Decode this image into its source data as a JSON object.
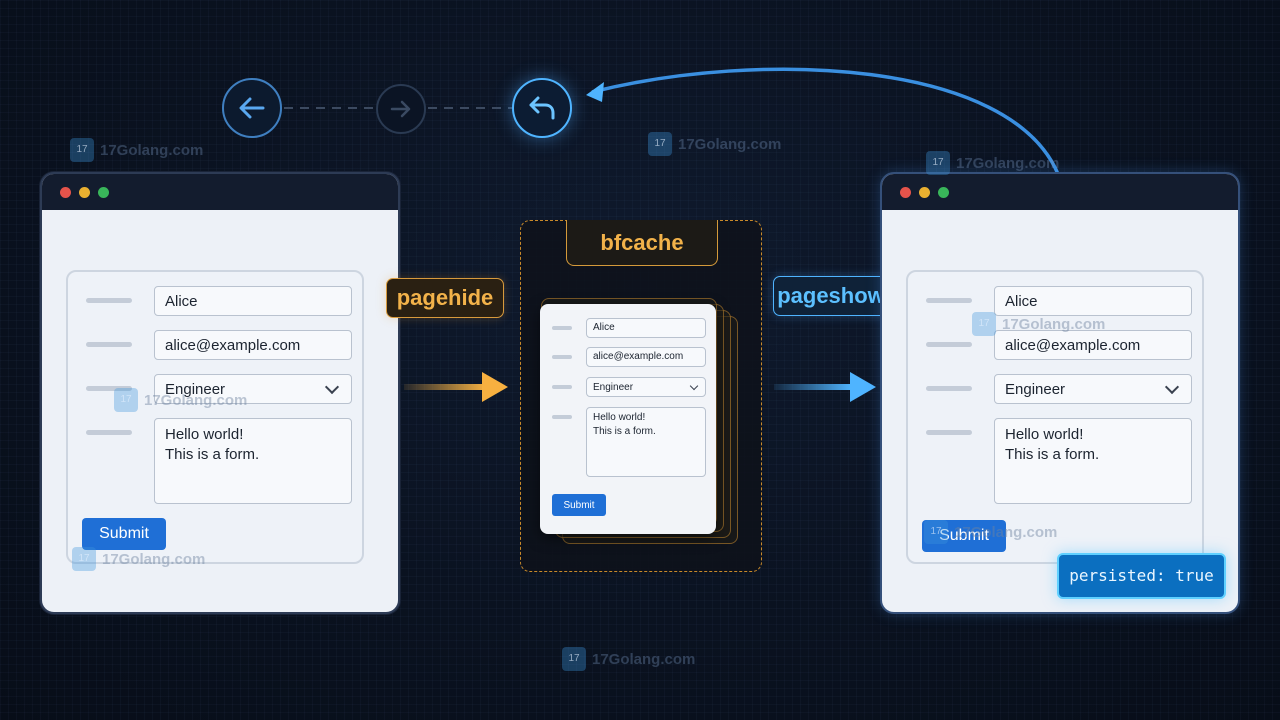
{
  "left_form": {
    "name_value": "Alice",
    "email_value": "alice@example.com",
    "role_value": "Engineer",
    "message_line1": "Hello world!",
    "message_line2": "This is a form.",
    "submit_label": "Submit"
  },
  "cache": {
    "title": "bfcache",
    "name_value": "Alice",
    "email_value": "alice@example.com",
    "role_value": "Engineer",
    "message_line1": "Hello world!",
    "message_line2": "This is a form.",
    "submit_label": "Submit"
  },
  "right_form": {
    "name_value": "Alice",
    "email_value": "alice@example.com",
    "role_value": "Engineer",
    "message_line1": "Hello world!",
    "message_line2": "This is a form.",
    "submit_label": "Submit"
  },
  "events": {
    "pagehide": "pagehide",
    "pageshow": "pageshow"
  },
  "persisted_badge": "persisted: true",
  "watermark": {
    "text": "17Golang.com",
    "logo": "17"
  },
  "icons": {
    "back": "arrow-left-icon",
    "forward": "arrow-right-icon",
    "return": "return-arrow-icon",
    "sparkle": "sparkle-icon"
  },
  "colors": {
    "accent_orange": "#f2b24a",
    "accent_blue": "#4fb4ff",
    "submit_blue": "#1f6fd6"
  }
}
